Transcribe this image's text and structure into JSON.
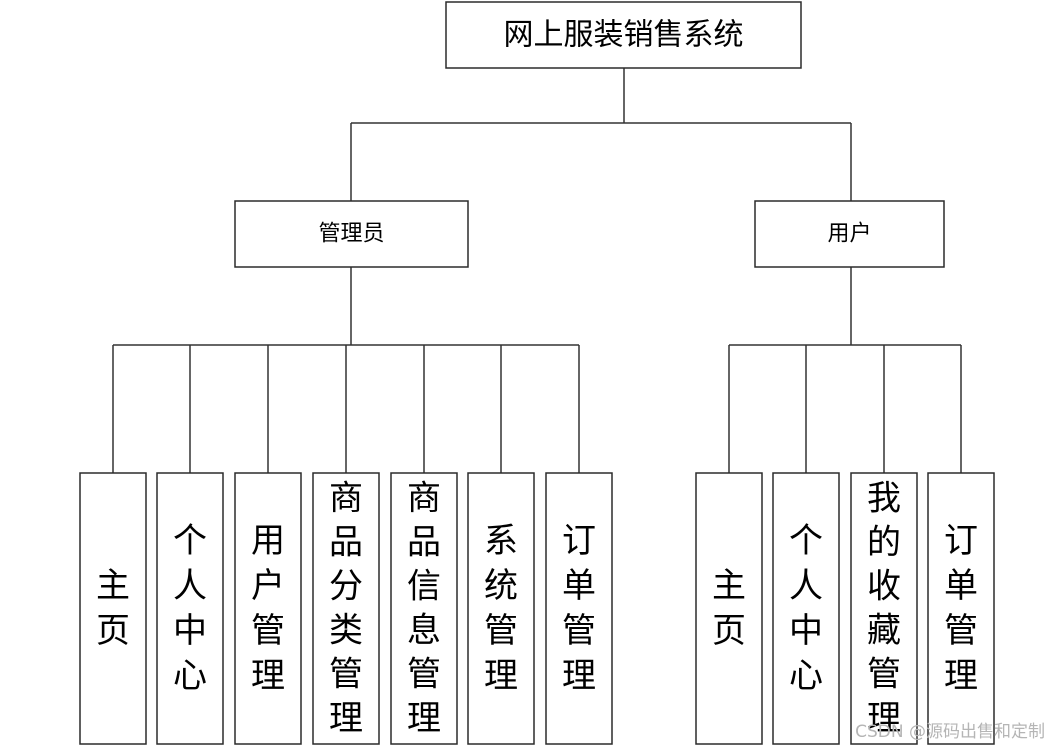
{
  "diagram": {
    "root": "网上服装销售系统",
    "groups": [
      {
        "label": "管理员",
        "children": [
          "主页",
          "个人中心",
          "用户管理",
          "商品分类管理",
          "商品信息管理",
          "系统管理",
          "订单管理"
        ]
      },
      {
        "label": "用户",
        "children": [
          "主页",
          "个人中心",
          "我的收藏管理",
          "订单管理"
        ]
      }
    ]
  },
  "watermark": "CSDN @源码出售和定制"
}
